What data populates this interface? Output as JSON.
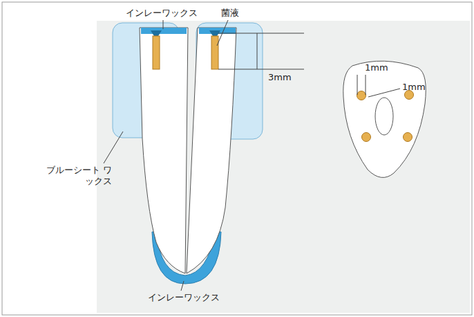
{
  "diagram": {
    "labels": [
      "インレーワックス",
      "菌液",
      "3mm",
      "ブルーシート ワックス",
      "インレーワックス",
      "1mm",
      "1mm"
    ]
  }
}
